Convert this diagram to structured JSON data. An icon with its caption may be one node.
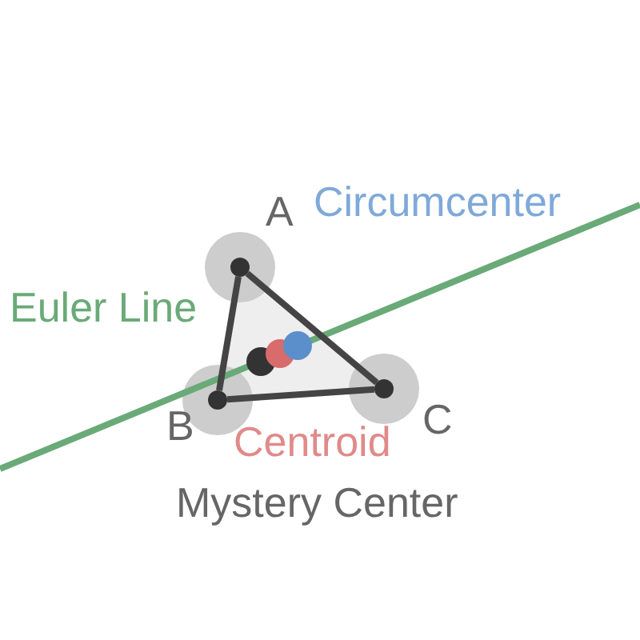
{
  "diagram": {
    "nodes": [
      {
        "text": [
          "A"
        ]
      },
      {
        "text": [
          "B"
        ]
      },
      {
        "text": [
          "C"
        ]
      },
      {
        "text": [
          "Circumcenter"
        ]
      },
      {
        "text": [
          "Centroid"
        ]
      },
      {
        "text": [
          "Mystery Center"
        ]
      }
    ],
    "edges": [
      {
        "from": 0,
        "to": 1,
        "arrow": "none"
      },
      {
        "from": 1,
        "to": 2,
        "arrow": "none"
      },
      {
        "from": 2,
        "to": 0,
        "arrow": "none"
      }
    ],
    "labels": [
      "Euler Line"
    ]
  }
}
